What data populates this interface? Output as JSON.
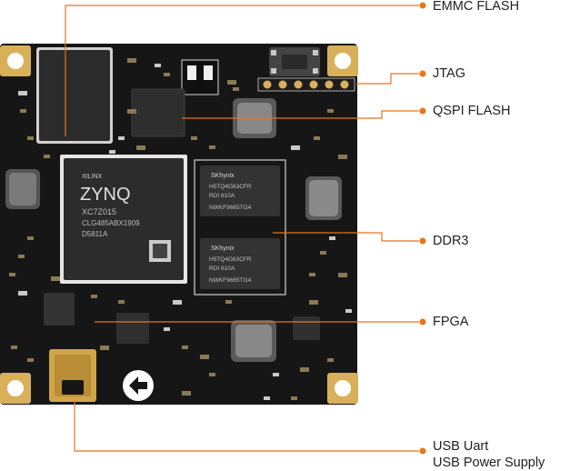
{
  "colors": {
    "accent": "#e8751a",
    "board": "#161616",
    "gold": "#d8b05a",
    "chip": "#2a2a2a",
    "silk": "#e6e6e6"
  },
  "callouts": [
    {
      "id": "emmc",
      "label": "EMMC FLASH"
    },
    {
      "id": "jtag",
      "label": "JTAG"
    },
    {
      "id": "qspi",
      "label": "QSPI FLASH"
    },
    {
      "id": "ddr3",
      "label": "DDR3"
    },
    {
      "id": "fpga",
      "label": "FPGA"
    },
    {
      "id": "usb",
      "label_line1": "USB Uart",
      "label_line2": "USB Power Supply"
    }
  ],
  "chip_markings": {
    "fpga_brand": "XILINX",
    "fpga_family": "ZYNQ",
    "fpga_part": "XC7Z015",
    "fpga_package": "CLG485ABX1909",
    "fpga_code": "D5811A",
    "ddr_brand": "SKhynix",
    "ddr_part": "H5TQ4G63CFR",
    "ddr_rev": "RDI 610A",
    "ddr_lot": "NWKF9665TG4"
  }
}
